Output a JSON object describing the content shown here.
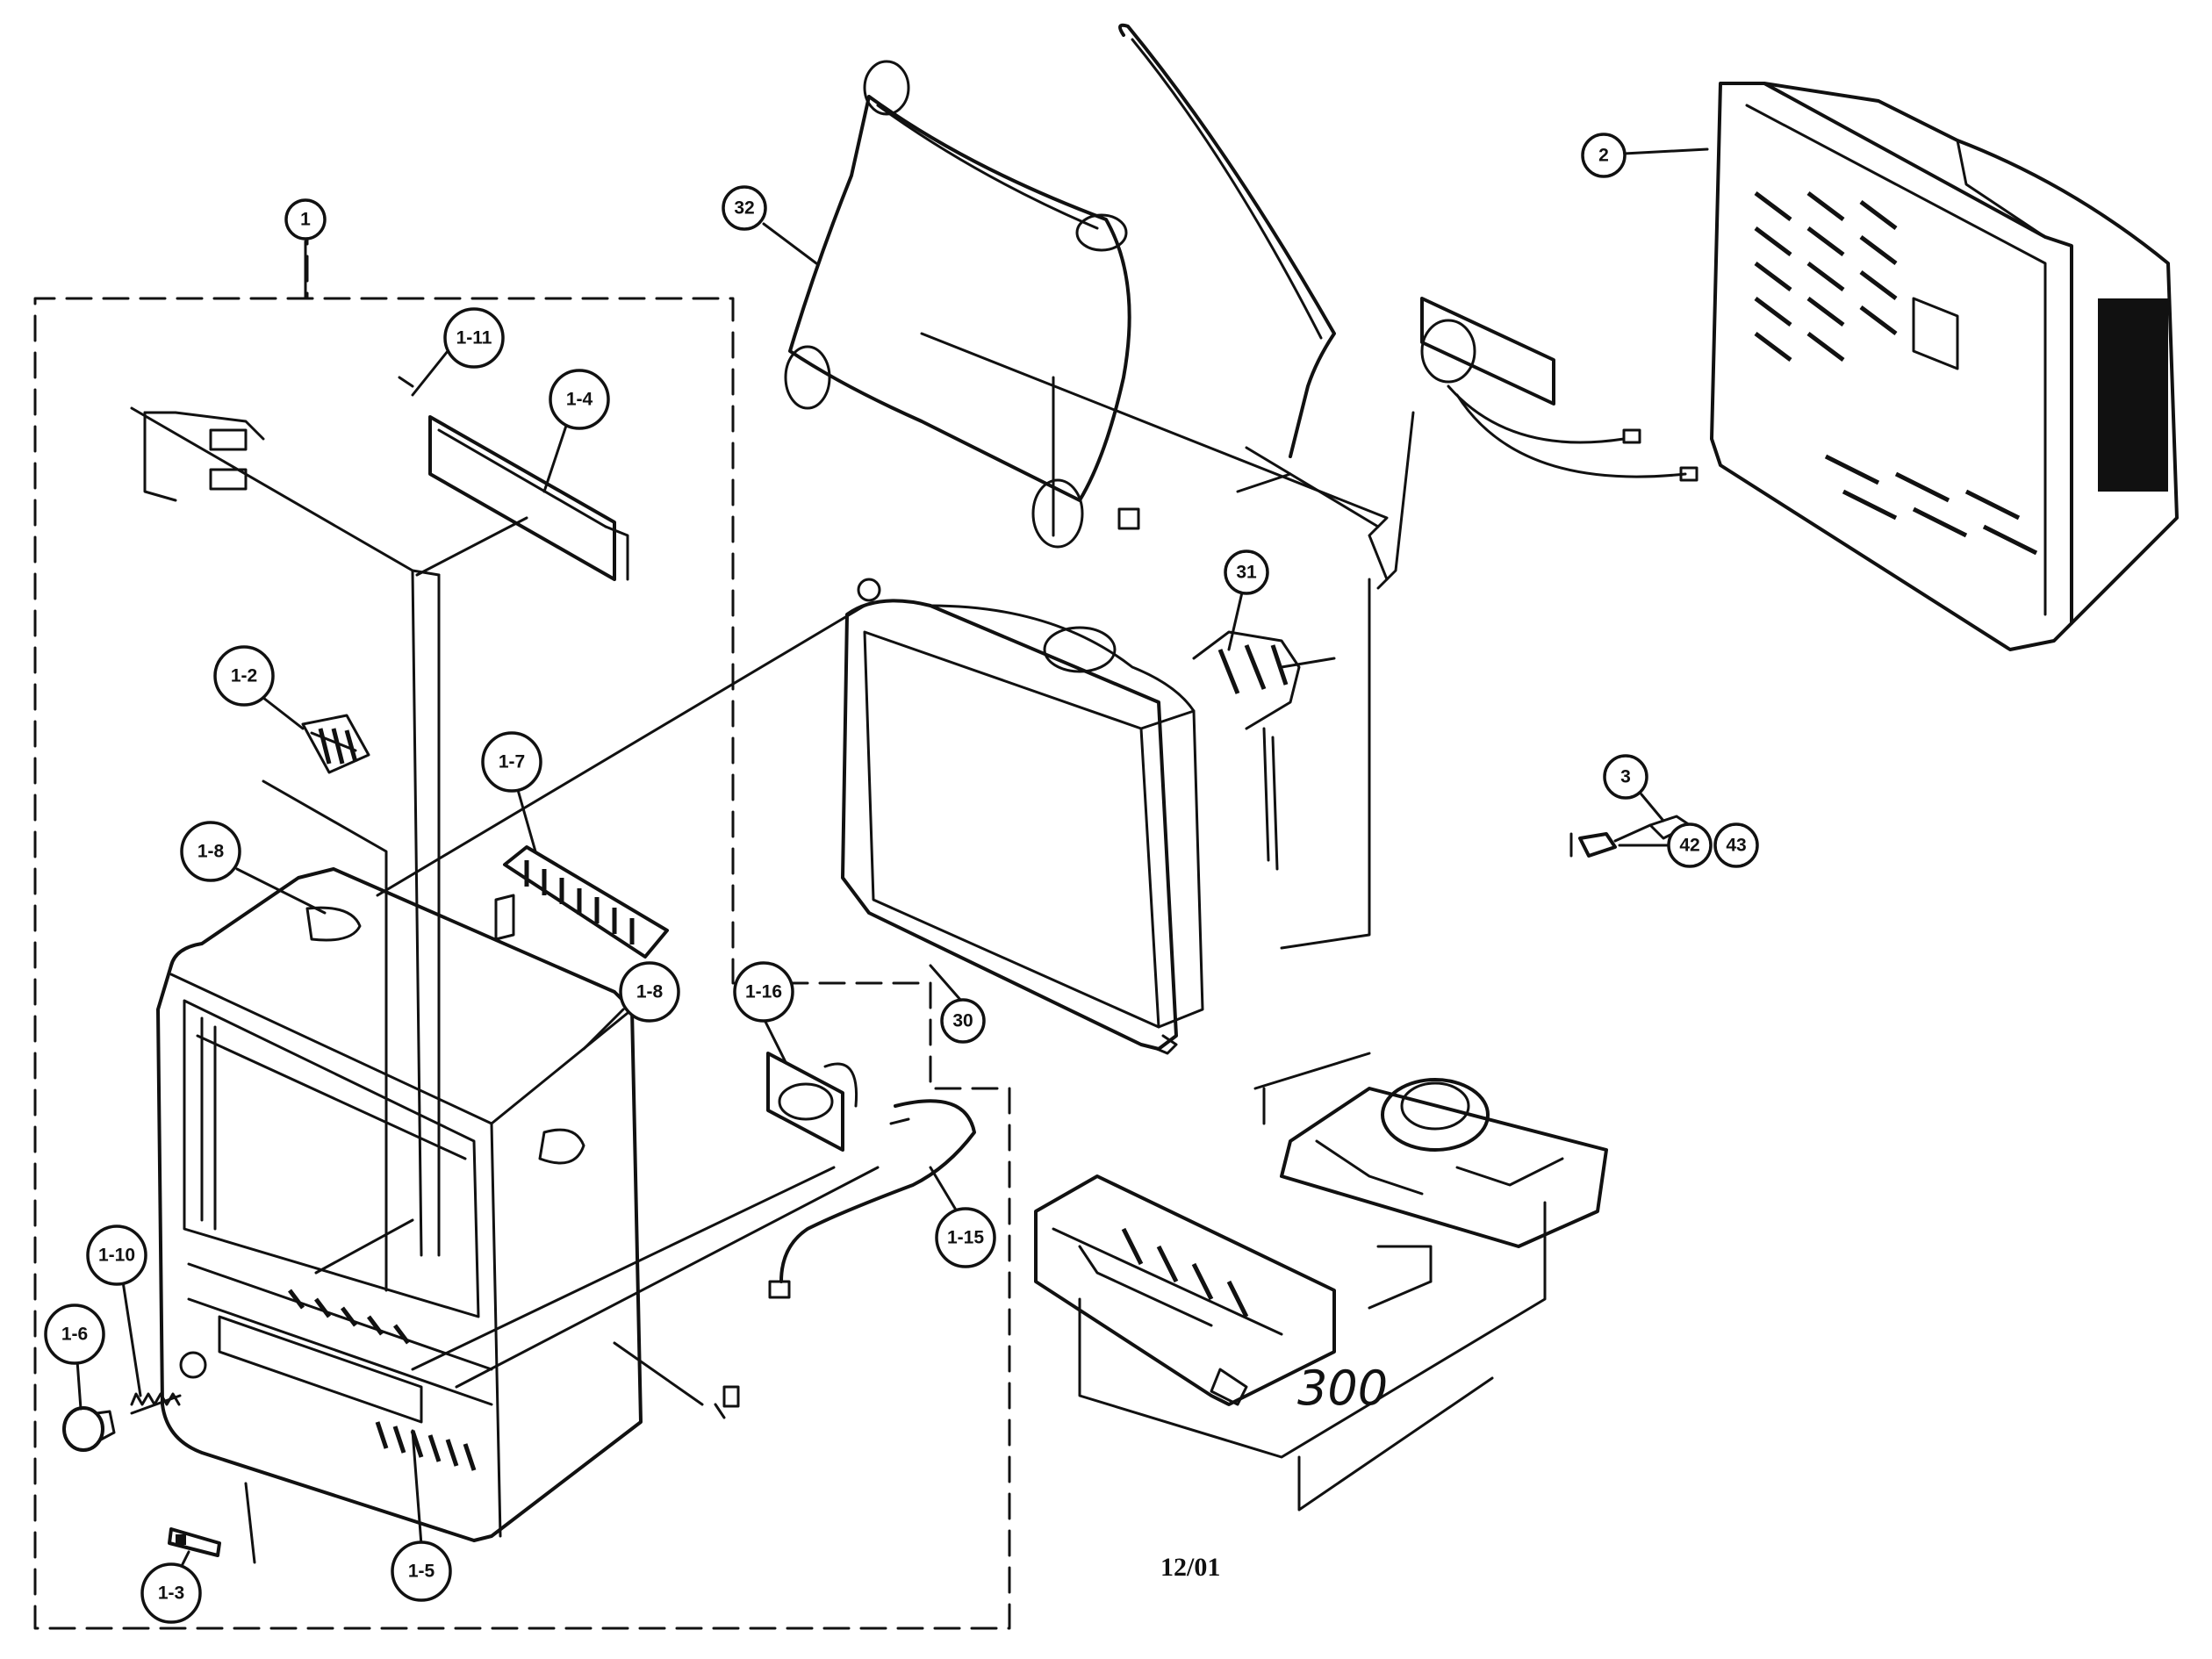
{
  "labels": {
    "l1": "1",
    "l1_2": "1-2",
    "l1_3": "1-3",
    "l1_4": "1-4",
    "l1_5": "1-5",
    "l1_6": "1-6",
    "l1_7": "1-7",
    "l1_8a": "1-8",
    "l1_8b": "1-8",
    "l1_10": "1-10",
    "l1_11": "1-11",
    "l1_15": "1-15",
    "l1_16": "1-16",
    "l2": "2",
    "l3": "3",
    "l30": "30",
    "l31": "31",
    "l32": "32",
    "l42": "42",
    "l43": "43"
  },
  "handwritten_note": "300",
  "date_code": "12/01"
}
